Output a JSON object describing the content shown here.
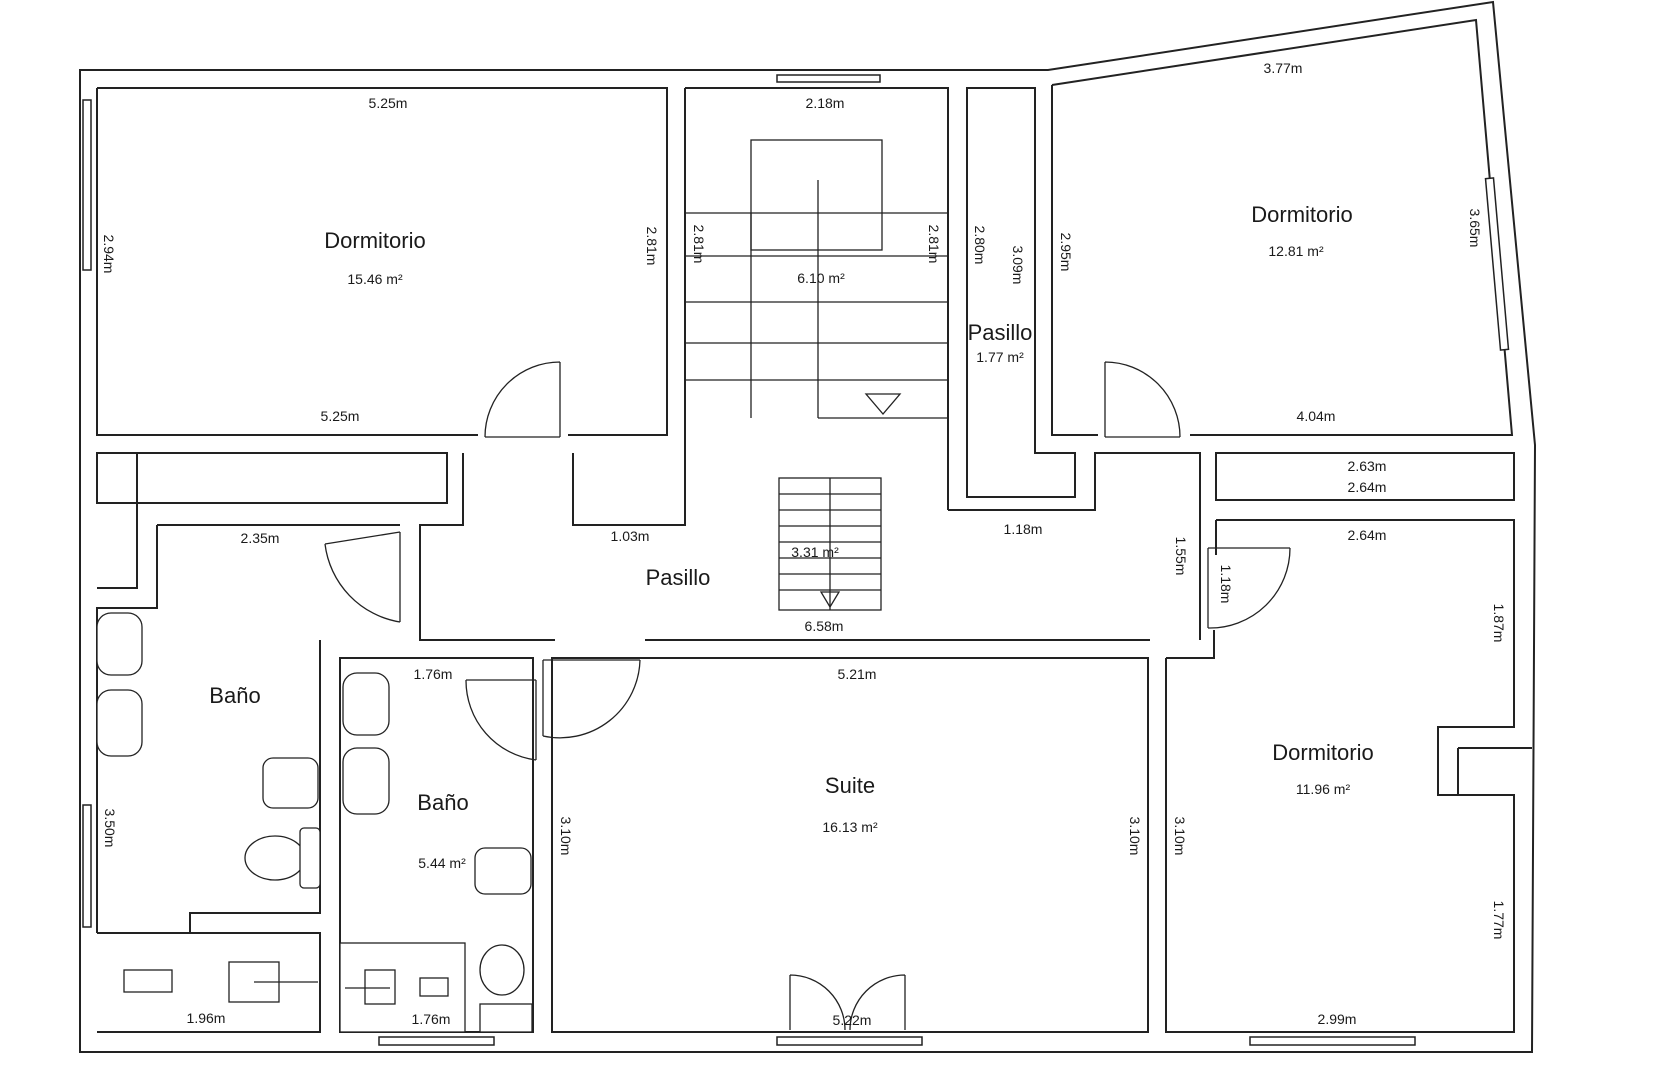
{
  "rooms": {
    "dormitorio_1": {
      "name": "Dormitorio",
      "area": "15.46 m²"
    },
    "stair": {
      "area": "6.10 m²"
    },
    "pasillo_upper": {
      "name": "Pasillo",
      "area": "1.77 m²"
    },
    "dormitorio_2": {
      "name": "Dormitorio",
      "area": "12.81 m²"
    },
    "pasillo_main": {
      "name": "Pasillo",
      "area": "3.31 m²"
    },
    "bano_1": {
      "name": "Baño"
    },
    "bano_2": {
      "name": "Baño",
      "area": "5.44 m²"
    },
    "suite": {
      "name": "Suite",
      "area": "16.13 m²"
    },
    "dormitorio_3": {
      "name": "Dormitorio",
      "area": "11.96 m²"
    }
  },
  "dims": {
    "d1_top": "5.25m",
    "d1_bottom": "5.25m",
    "d1_left": "2.94m",
    "d1_right": "2.81m",
    "stair_top": "2.18m",
    "stair_left": "2.81m",
    "stair_right": "2.81m",
    "pas_up_left": "2.80m",
    "pas_up_right": "3.09m",
    "d2_top": "3.77m",
    "d2_left": "2.95m",
    "d2_right": "3.65m",
    "d2_bottom": "4.04m",
    "storage_a": "2.63m",
    "storage_b": "2.64m",
    "pas_a": "1.03m",
    "pas_b": "1.18m",
    "pas_bottom": "6.58m",
    "pas_right": "1.55m",
    "pas_door": "1.18m",
    "b1_top": "2.35m",
    "b1_left": "3.50m",
    "b1_bottom": "1.96m",
    "b2_top": "1.76m",
    "b2_bottom": "1.76m",
    "suite_top": "5.21m",
    "suite_left": "3.10m",
    "suite_right": "3.10m",
    "suite_bottom": "5.22m",
    "d3_top": "2.64m",
    "d3_left": "3.10m",
    "d3_right_a": "1.87m",
    "d3_right_b": "1.77m",
    "d3_bottom": "2.99m"
  }
}
